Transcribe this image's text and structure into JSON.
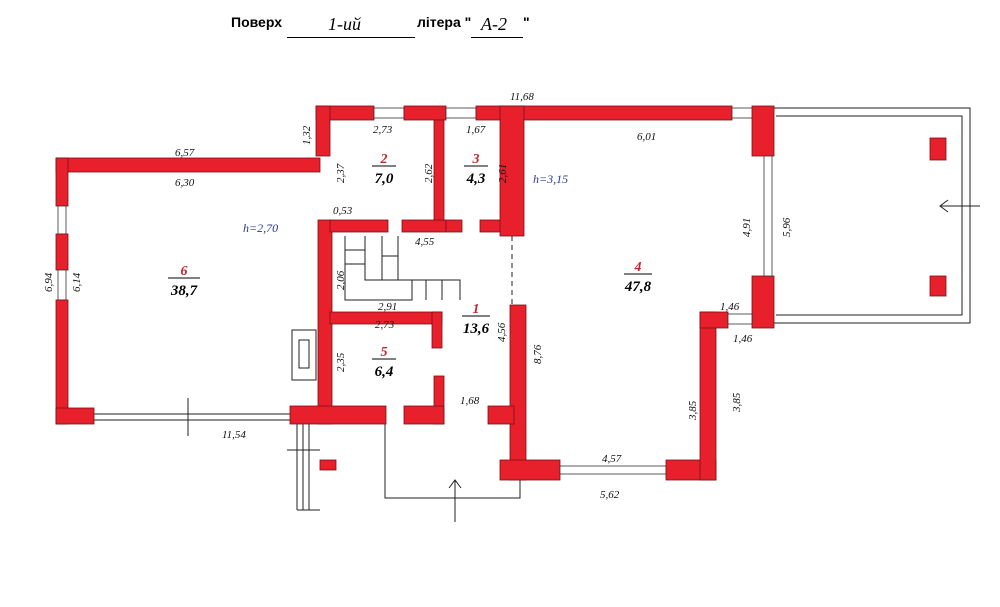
{
  "header": {
    "floor_label": "Поверх",
    "floor_value": "1-ий",
    "litera_label": "літера \"",
    "litera_value": "А-2",
    "litera_close": "\""
  },
  "rooms": [
    {
      "number": "1",
      "area": "13,6"
    },
    {
      "number": "2",
      "area": "7,0"
    },
    {
      "number": "3",
      "area": "4,3"
    },
    {
      "number": "4",
      "area": "47,8"
    },
    {
      "number": "5",
      "area": "6,4"
    },
    {
      "number": "6",
      "area": "38,7"
    }
  ],
  "heights": {
    "h_left": "h=2,70",
    "h_right": "h=3,15"
  },
  "dimensions": {
    "d_11_68": "11,68",
    "d_6_57": "6,57",
    "d_6_30": "6,30",
    "d_1_32": "1,32",
    "d_2_73_top": "2,73",
    "d_1_67": "1,67",
    "d_6_01": "6,01",
    "d_2_37": "2,37",
    "d_2_62": "2,62",
    "d_2_61": "2,61",
    "d_0_53": "0,53",
    "d_4_55": "4,55",
    "d_4_91": "4,91",
    "d_5_96": "5,96",
    "d_6_94": "6,94",
    "d_6_14": "6,14",
    "d_2_06": "2,06",
    "d_2_91": "2,91",
    "d_2_73_mid": "2,73",
    "d_4_56": "4,56",
    "d_8_76": "8,76",
    "d_1_46_a": "1,46",
    "d_1_46_b": "1,46",
    "d_2_35": "2,35",
    "d_3_85_a": "3,85",
    "d_3_85_b": "3,85",
    "d_1_68": "1,68",
    "d_11_54": "11,54",
    "d_4_57": "4,57",
    "d_5_62": "5,62"
  },
  "colors": {
    "wall": "#e8202c",
    "room_number": "#c4262e",
    "height_label": "#2b3a8c"
  }
}
